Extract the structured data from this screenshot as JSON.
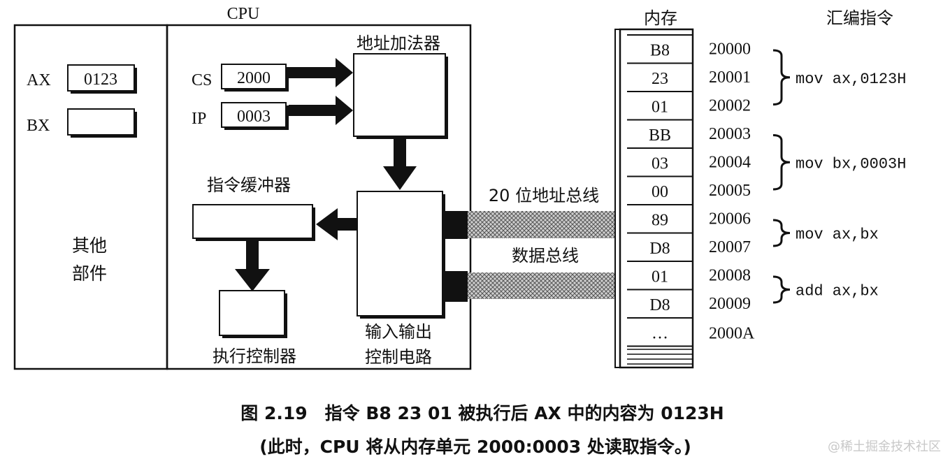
{
  "other_parts": {
    "label_line1": "其他",
    "label_line2": "部件",
    "registers": [
      {
        "name": "AX",
        "value": "0123"
      },
      {
        "name": "BX",
        "value": ""
      }
    ]
  },
  "cpu": {
    "title": "CPU",
    "registers": [
      {
        "name": "CS",
        "value": "2000"
      },
      {
        "name": "IP",
        "value": "0003"
      }
    ],
    "address_adder": "地址加法器",
    "instruction_buffer": "指令缓冲器",
    "execution_control": "执行控制器",
    "io_control_line1": "输入输出",
    "io_control_line2": "控制电路"
  },
  "buses": {
    "address_bus": "20 位地址总线",
    "data_bus": "数据总线"
  },
  "memory": {
    "title": "内存",
    "cells": [
      {
        "value": "B8",
        "address": "20000"
      },
      {
        "value": "23",
        "address": "20001"
      },
      {
        "value": "01",
        "address": "20002"
      },
      {
        "value": "BB",
        "address": "20003"
      },
      {
        "value": "03",
        "address": "20004"
      },
      {
        "value": "00",
        "address": "20005"
      },
      {
        "value": "89",
        "address": "20006"
      },
      {
        "value": "D8",
        "address": "20007"
      },
      {
        "value": "01",
        "address": "20008"
      },
      {
        "value": "D8",
        "address": "20009"
      },
      {
        "value": "…",
        "address": "2000A"
      }
    ]
  },
  "assembly": {
    "title": "汇编指令",
    "instructions": [
      "mov ax,0123H",
      "mov bx,0003H",
      "mov ax,bx",
      "add ax,bx"
    ]
  },
  "caption": {
    "line1": "图 2.19　指令 B8 23 01 被执行后 AX 中的内容为 0123H",
    "line2": "(此时，CPU 将从内存单元 2000:0003 处读取指令。)"
  },
  "watermark": "@稀土掘金技术社区",
  "colors": {
    "ink": "#111111",
    "bus_fill": "#bdbdbd",
    "watermark": "#c8c8c8"
  }
}
